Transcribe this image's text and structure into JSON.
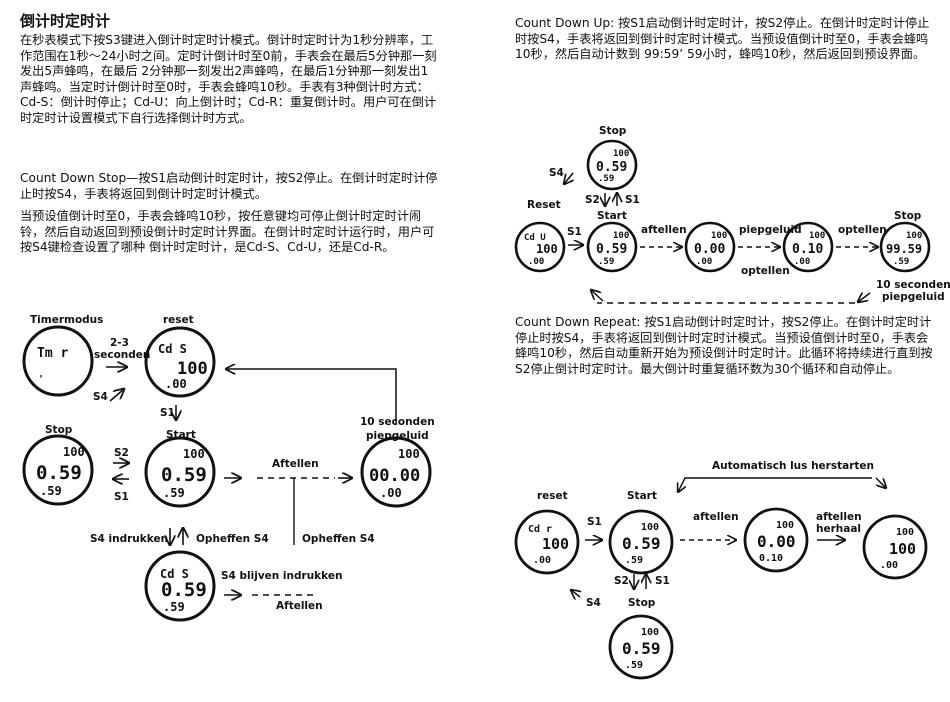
{
  "left": {
    "title": "倒计时定时计",
    "intro": "在秒表模式下按S3键进入倒计时定时计模式。倒计时定时计为1秒分辨率，工作范围在1秒～24小时之间。定时计倒计时至0前，手表会在最后5分钟那一刻发出5声蜂鸣，在最后 2分钟那一刻发出2声蜂鸣，在最后1分钟那一刻发出1声蜂鸣。当定时计倒计时至0时，手表会蜂鸣10秒。手表有3种倒计时方式：Cd-S：倒计时停止；Cd-U：向上倒计时；Cd-R：重复倒计时。用户可在倒计时定时计设置模式下自行选择倒计时方式。",
    "stop_mode": "Count Down Stop—按S1启动倒计时定时计，按S2停止。在倒计时定时计停止时按S4，手表将返回到倒计时定时计模式。",
    "stop_mode2": "当预设值倒计时至0，手表会蜂鸣10秒，按任意键均可停止倒计时定时计闹铃，然后自动返回到预设倒计时定时计界面。在倒计时定时计运行时，用户可按S4键检查设置了哪种  倒计时定时计，是Cd-S、Cd-U，还是Cd-R。"
  },
  "right": {
    "up_mode": "Count Down Up: 按S1启动倒计时定时计，按S2停止。在倒计时定时计停止时按S4，手表将返回到倒计时定时计模式。当预设值倒计时至0，手表会蜂鸣10秒，然后自动计数到 99:59’ 59小时，蜂鸣10秒，然后返回到预设界面。",
    "repeat_mode": "Count Down Repeat: 按S1启动倒计时定时计，按S2停止。在倒计时定时计停止时按S4，手表将返回到倒计时定时计模式。当预设值倒计时至0，手表会蜂鸣10秒，然后自动重新开始为预设倒计时定时计。此循环将持续进行直到按S2停止倒计时定时计。最大倒计时重复循环数为30个循环和自动停止。"
  },
  "diagram1": {
    "timermodus": "Timermodus",
    "reset": "reset",
    "secs_a": "2-3",
    "secs_b": "seconden",
    "s4": "S4",
    "s1": "S1",
    "stop": "Stop",
    "start": "Start",
    "s2": "S2",
    "aftellen": "Aftellen",
    "ten_sec": "10 seconden",
    "piepgeluid": "piepgeluid",
    "s4_indrukken": "S4 indrukken",
    "opheffen_s4": "Opheffen S4",
    "opheffen_s4_b": "Opheffen S4",
    "s4_blijven": "S4 blijven indrukken",
    "aftellen2": "Aftellen",
    "tmr_disp": "Tm r",
    "cds_disp": "Cd  S",
    "val_100": "100",
    "val_00": ".00",
    "val_0_59": "0.59",
    "val_59": ".59",
    "val_0000": "00.00",
    "val_h100": "100"
  },
  "diagram2": {
    "stop": "Stop",
    "s4": "S4",
    "s2": "S2",
    "s1": "S1",
    "reset": "Reset",
    "start": "Start",
    "s1b": "S1",
    "aftellen": "aftellen",
    "piepgeluid": "piepgeluid",
    "optellen": "optellen",
    "optellen2": "optellen",
    "stop2": "Stop",
    "ten_sec": "10 seconden",
    "piepgeluid2": "piepgeluid",
    "cdu_disp": "Cd  U",
    "val_000": "0.00",
    "val_010": "0.10",
    "val_9959": "99.59"
  },
  "diagram3": {
    "auto": "Automatisch lus herstarten",
    "reset": "reset",
    "start": "Start",
    "s1": "S1",
    "aftellen": "aftellen",
    "aftellen_herhaal_a": "aftellen",
    "aftellen_herhaal_b": "herhaal",
    "s2": "S2",
    "s1b": "S1",
    "s4": "S4",
    "stop": "Stop",
    "cdr_disp": "Cd  r"
  }
}
